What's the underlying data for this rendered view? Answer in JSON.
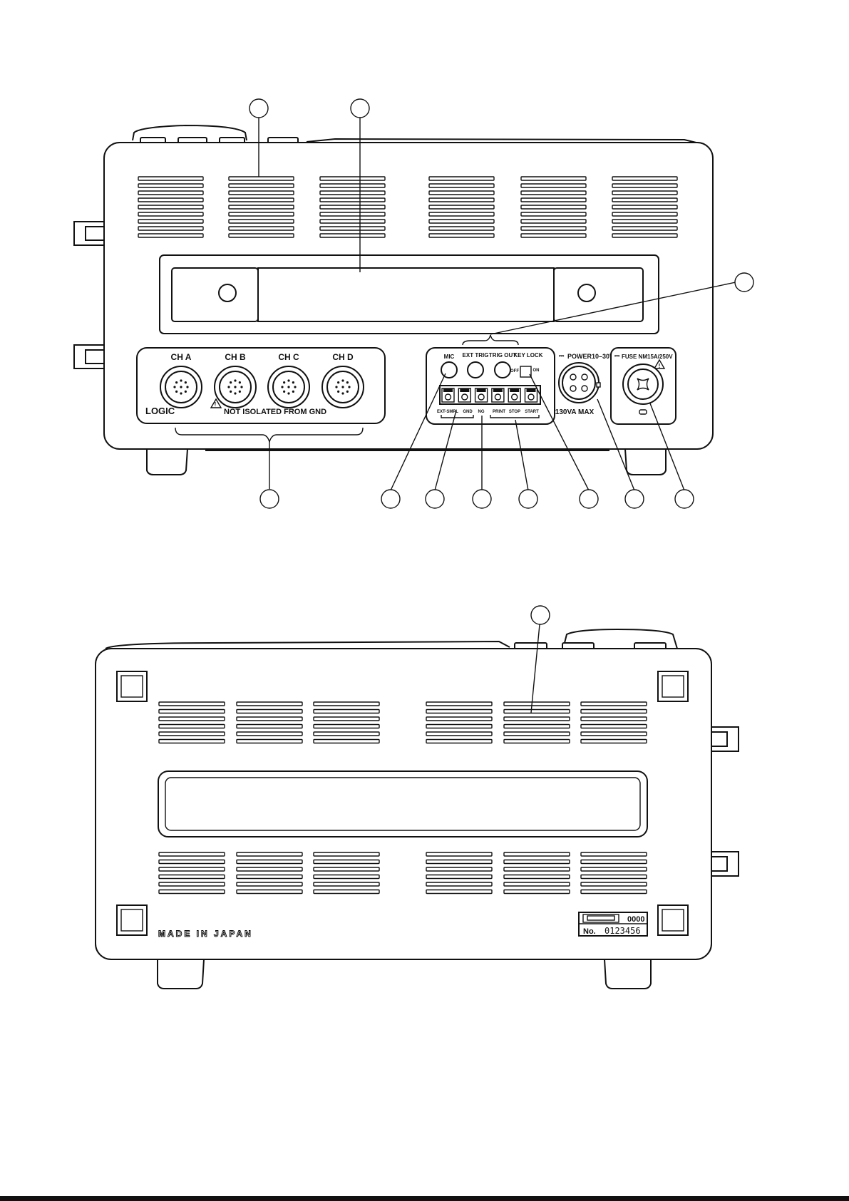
{
  "front_panel": {
    "channels": [
      {
        "label": "CH A"
      },
      {
        "label": "CH B"
      },
      {
        "label": "CH C"
      },
      {
        "label": "CH D"
      }
    ],
    "logic_label": "LOGIC",
    "warning_label": "NOT ISOLATED FROM GND",
    "jack_labels": [
      "MIC",
      "EXT TRIG",
      "TRIG OUT"
    ],
    "key_lock": {
      "label": "KEY LOCK",
      "off": "OFF",
      "on": "ON"
    },
    "terminal_labels": [
      "EXT-SMPL",
      "GND",
      "NG",
      "PRINT",
      "STOP",
      "START"
    ],
    "power": {
      "label": "POWER10–30V",
      "rating": "130VA MAX"
    },
    "fuse": {
      "label": "FUSE NM15A/250V"
    }
  },
  "rear_panel": {
    "made_in": "MADE IN JAPAN",
    "plate_code": "0000",
    "serial_prefix": "No.",
    "serial_number": "0123456"
  }
}
